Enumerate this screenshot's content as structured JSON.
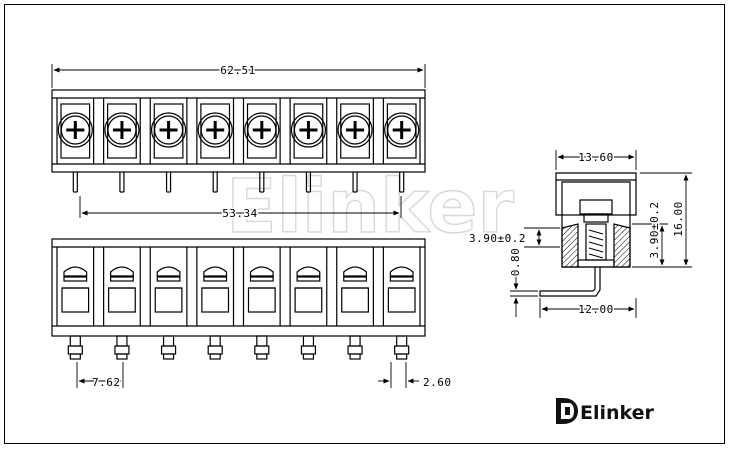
{
  "drawing": {
    "front_view": {
      "overall_width": "62.51",
      "pin_span": "53.34",
      "positions": 8
    },
    "bottom_view": {
      "pitch": "7.62",
      "pin_width": "2.60"
    },
    "side_view": {
      "width": "13.60",
      "height": "16.00",
      "left_offset": "3.90±0.2",
      "right_offset": "3.90±0.2",
      "pin_thickness": "0.80",
      "pin_length": "12.00"
    }
  },
  "brand": {
    "name": "Elinker",
    "watermark": "Elinker"
  }
}
